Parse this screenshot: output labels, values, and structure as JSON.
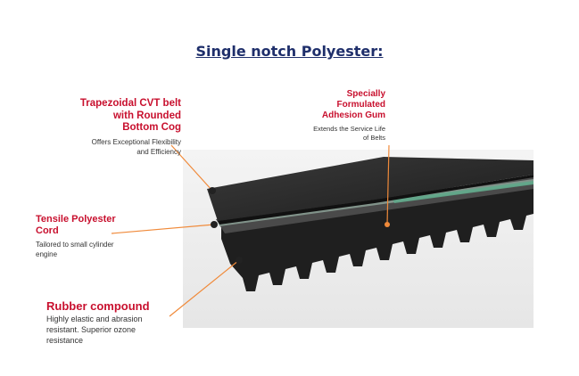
{
  "title": "Single notch Polyester:",
  "colors": {
    "title": "#1f2f6b",
    "label": "#c8102e",
    "description": "#333333",
    "leader_line": "#f08a3a",
    "belt": "#2a2a2a"
  },
  "callouts": [
    {
      "id": "cvt-belt",
      "label_lines": [
        "Trapezoidal CVT belt",
        "with Rounded",
        "Bottom Cog"
      ],
      "description_lines": [
        "Offers Exceptional Flexibility",
        "and Efficiency"
      ]
    },
    {
      "id": "adhesion-gum",
      "label_lines": [
        "Specially",
        "Formulated",
        "Adhesion Gum"
      ],
      "description_lines": [
        "Extends the Service Life",
        "of Belts"
      ]
    },
    {
      "id": "tensile-cord",
      "label_lines": [
        "Tensile Polyester",
        "Cord"
      ],
      "description_lines": [
        "Tailored to small cylinder",
        "engine"
      ]
    },
    {
      "id": "rubber-compound",
      "label_lines": [
        "Rubber compound"
      ],
      "description_lines": [
        "Highly elastic and abrasion",
        "resistant. Superior ozone",
        "resistance"
      ]
    }
  ]
}
